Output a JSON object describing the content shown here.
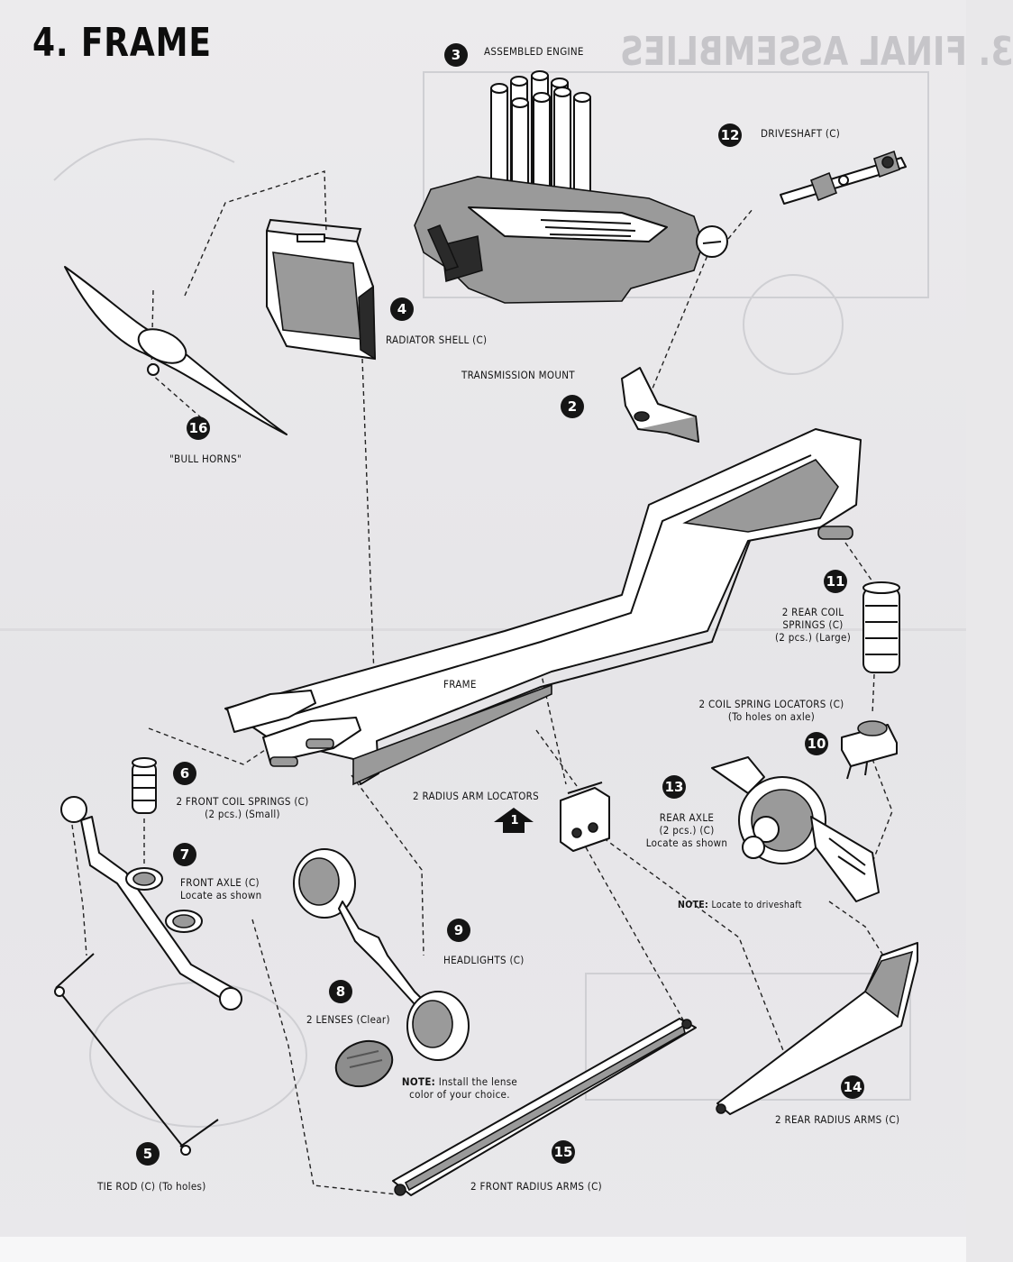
{
  "page": {
    "title": "4. FRAME",
    "ghost_title": "3. FINAL ASSEMBLIES"
  },
  "callouts": [
    {
      "id": "engine",
      "number": "3",
      "label": "ASSEMBLED ENGINE"
    },
    {
      "id": "driveshaft",
      "number": "12",
      "label": "DRIVESHAFT (C)"
    },
    {
      "id": "radiator",
      "number": "4",
      "label": "RADIATOR SHELL (C)"
    },
    {
      "id": "trans",
      "number": "2",
      "label": "TRANSMISSION MOUNT"
    },
    {
      "id": "horns",
      "number": "16",
      "label": "\"BULL HORNS\""
    },
    {
      "id": "frame",
      "number": "",
      "label": "FRAME"
    },
    {
      "id": "rearsprings",
      "number": "11",
      "label": "2 REAR COIL",
      "label2": "SPRINGS (C)",
      "label3": "(2 pcs.) (Large)"
    },
    {
      "id": "locators",
      "number": "10",
      "label": "2 COIL SPRING LOCATORS (C)",
      "label2": "(To holes on axle)"
    },
    {
      "id": "frontsprings",
      "number": "6",
      "label": "2 FRONT COIL SPRINGS (C)",
      "label2": "(2 pcs.) (Small)"
    },
    {
      "id": "radiuslocators",
      "number": "1",
      "label": "2 RADIUS ARM LOCATORS"
    },
    {
      "id": "rearaxle",
      "number": "13",
      "label": "REAR AXLE",
      "label2": "(2 pcs.) (C)",
      "label3": "Locate as shown"
    },
    {
      "id": "frontaxle",
      "number": "7",
      "label": "FRONT AXLE (C)",
      "label2": "Locate as shown"
    },
    {
      "id": "headlights",
      "number": "9",
      "label": "HEADLIGHTS (C)"
    },
    {
      "id": "lenses",
      "number": "8",
      "label": "2 LENSES (Clear)"
    },
    {
      "id": "rearradius",
      "number": "14",
      "label": "2 REAR RADIUS ARMS (C)"
    },
    {
      "id": "frontradius",
      "number": "15",
      "label": "2 FRONT RADIUS ARMS (C)"
    },
    {
      "id": "tierod",
      "number": "5",
      "label": "TIE ROD (C) (To holes)"
    }
  ],
  "notes": {
    "axle_note_bold": "NOTE:",
    "axle_note_text": "Locate to driveshaft",
    "lens_note_bold": "NOTE:",
    "lens_note_line1": "Install the lense",
    "lens_note_line2": "color of your choice."
  },
  "colors": {
    "ink": "#141414",
    "paper": "#e9e8ea",
    "ghost": "#c6c5c9"
  }
}
